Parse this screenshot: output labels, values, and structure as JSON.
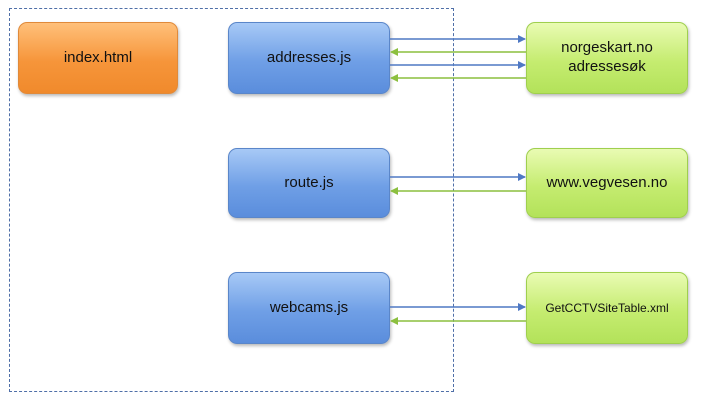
{
  "nodes": {
    "index": "index.html",
    "addresses": "addresses.js",
    "route": "route.js",
    "webcams": "webcams.js",
    "norgeskart_line1": "norgeskart.no",
    "norgeskart_line2": "adressesøk",
    "vegvesen": "www.vegvesen.no",
    "cctv": "GetCCTVSiteTable.xml"
  },
  "colors": {
    "request_arrow": "#4f79c4",
    "response_arrow": "#8cbf3f",
    "frame": "#4f6fa8"
  }
}
